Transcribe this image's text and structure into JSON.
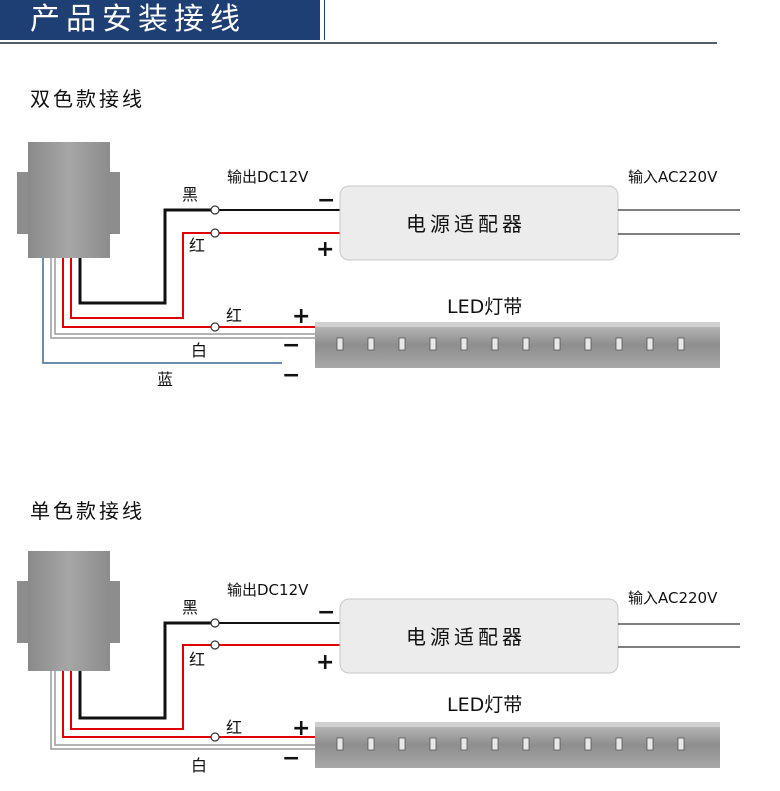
{
  "header": {
    "title": "产品安装接线"
  },
  "sections": [
    {
      "title": "双色款接线",
      "output_label": "输出DC12V",
      "input_label": "输入AC220V",
      "adapter_label": "电源适配器",
      "strip_label": "LED灯带",
      "wire_black": "黑",
      "wire_red": "红",
      "wire_red_strip": "红",
      "wire_white": "白",
      "wire_blue": "蓝",
      "minus": "−",
      "plus": "+",
      "strip_plus": "+",
      "strip_minus_1": "−",
      "strip_minus_2": "−"
    },
    {
      "title": "单色款接线",
      "output_label": "输出DC12V",
      "input_label": "输入AC220V",
      "adapter_label": "电源适配器",
      "strip_label": "LED灯带",
      "wire_black": "黑",
      "wire_red": "红",
      "wire_red_strip": "红",
      "wire_white": "白",
      "minus": "−",
      "plus": "+",
      "strip_plus": "+",
      "strip_minus_1": "−"
    }
  ],
  "colors": {
    "header_bg": "#1e3f73",
    "wire_red": "#e00000",
    "wire_black": "#111111",
    "wire_blue": "#3a6a9a",
    "adapter_fill": "#ececec",
    "box_fill": "#9a9a9a"
  }
}
